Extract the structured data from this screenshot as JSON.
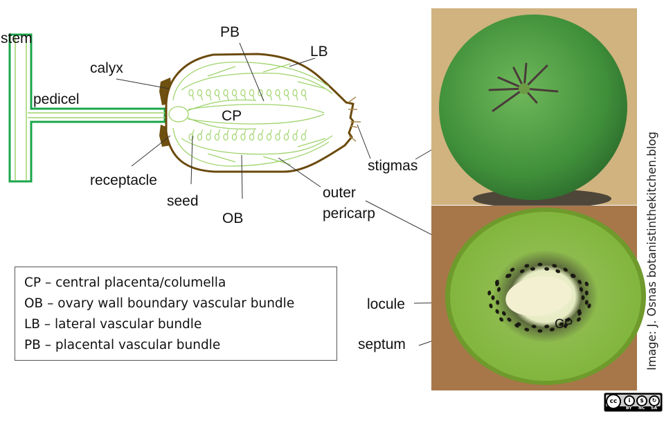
{
  "diagram_labels": {
    "stem": "stem",
    "calyx": "calyx",
    "pedicel": "pedicel",
    "receptacle": "receptacle",
    "seed": "seed",
    "pb": "PB",
    "lb": "LB",
    "cp": "CP",
    "ob": "OB",
    "stigmas": "stigmas",
    "outer": "outer",
    "pericarp": "pericarp",
    "locule": "locule",
    "septum": "septum",
    "cp_photo": "CP"
  },
  "legend": [
    "CP – central placenta/columella",
    "OB – ovary wall boundary vascular bundle",
    "LB – lateral vascular bundle",
    "PB – placental vascular bundle"
  ],
  "credit": "Image: J. Osnas botanistinthekitchen.blog",
  "license": {
    "badge": "cc",
    "terms": [
      "BY",
      "NC",
      "SA"
    ]
  },
  "colors": {
    "outline_brown": "#6b4a0c",
    "calyx_brown": "#6e5010",
    "vascular_light": "#9ed36a",
    "stem_green": "#1aa64a",
    "fruit_skin": "#4f9a3c",
    "flesh": "#8cbf3a",
    "board": "#a7774a"
  }
}
